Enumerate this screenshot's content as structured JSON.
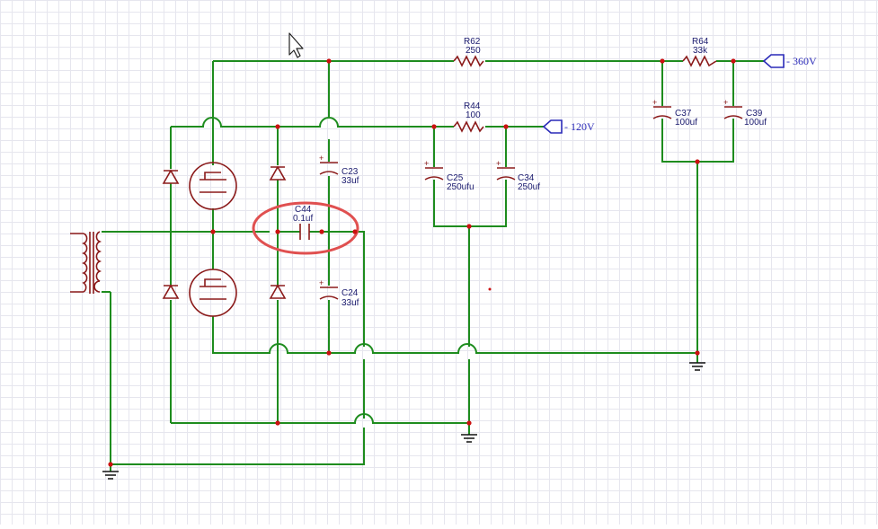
{
  "components": {
    "r62": {
      "ref": "R62",
      "value": "250"
    },
    "r64": {
      "ref": "R64",
      "value": "33k"
    },
    "r44": {
      "ref": "R44",
      "value": "100"
    },
    "c23": {
      "ref": "C23",
      "value": "33uf"
    },
    "c24": {
      "ref": "C24",
      "value": "33uf"
    },
    "c44": {
      "ref": "C44",
      "value": "0.1uf"
    },
    "c25": {
      "ref": "C25",
      "value": "250ufu"
    },
    "c34": {
      "ref": "C34",
      "value": "250uf"
    },
    "c37": {
      "ref": "C37",
      "value": "100uf"
    },
    "c39": {
      "ref": "C39",
      "value": "100uf"
    }
  },
  "ports": {
    "v360": "- 360V",
    "v120": "- 120V"
  },
  "colors": {
    "wire": "#1e8c1e",
    "component": "#8b1a1a",
    "junction": "#cc1111",
    "label": "#1a1a6e",
    "port": "#2a2ab8",
    "highlight": "#e05050"
  },
  "cursor": "arrow-cursor-icon"
}
